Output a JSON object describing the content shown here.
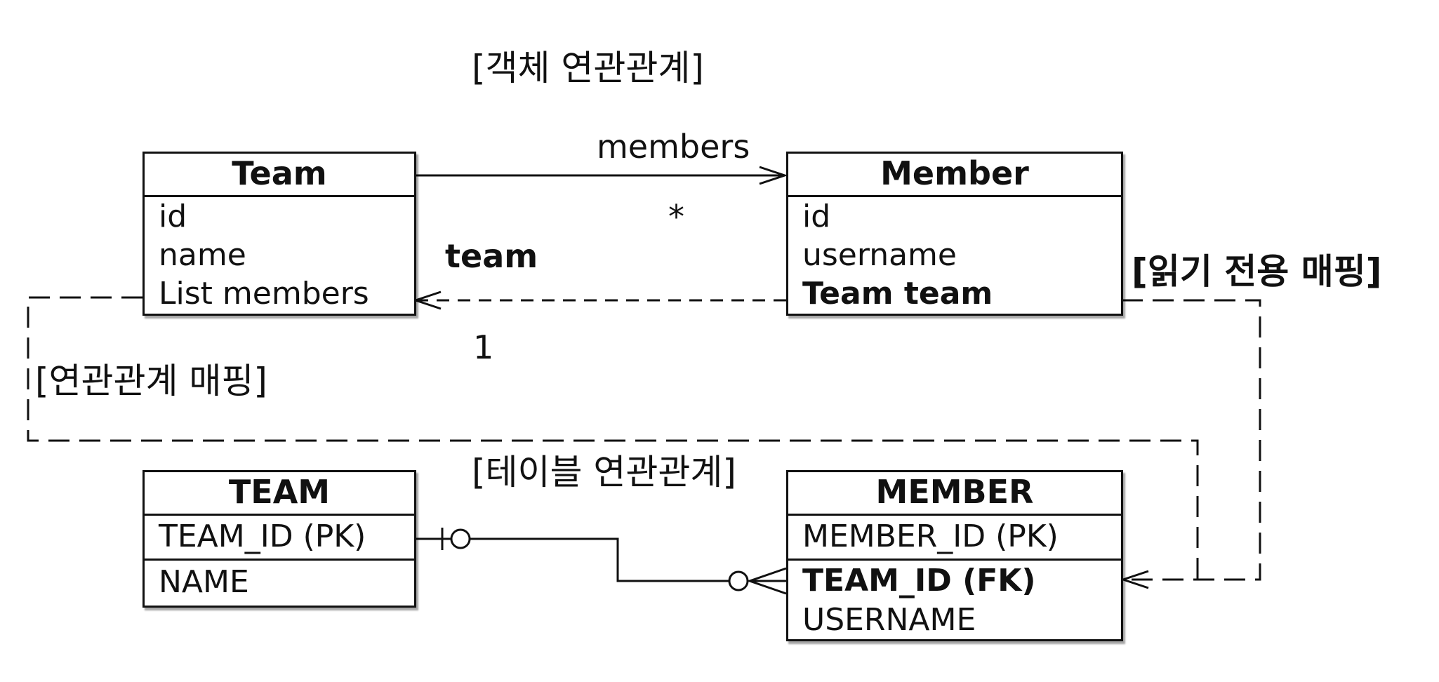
{
  "titles": {
    "object_relation": "[객체 연관관계]",
    "table_relation": "[테이블 연관관계]",
    "relation_mapping": "[연관관계 매핑]",
    "readonly_mapping": "[읽기 전용 매핑]"
  },
  "labels": {
    "members": "members",
    "many": "*",
    "team": "team",
    "one": "1"
  },
  "classes": {
    "team": {
      "name": "Team",
      "fields": [
        "id",
        "name",
        "List members"
      ]
    },
    "member": {
      "name": "Member",
      "fields": [
        "id",
        "username",
        "Team team"
      ]
    }
  },
  "tables": {
    "team": {
      "name": "TEAM",
      "pk": "TEAM_ID (PK)",
      "cols": [
        "NAME"
      ]
    },
    "member": {
      "name": "MEMBER",
      "pk": "MEMBER_ID (PK)",
      "fk": "TEAM_ID (FK)",
      "cols": [
        "USERNAME"
      ]
    }
  },
  "colors": {
    "line": "#111111",
    "background": "#ffffff"
  }
}
